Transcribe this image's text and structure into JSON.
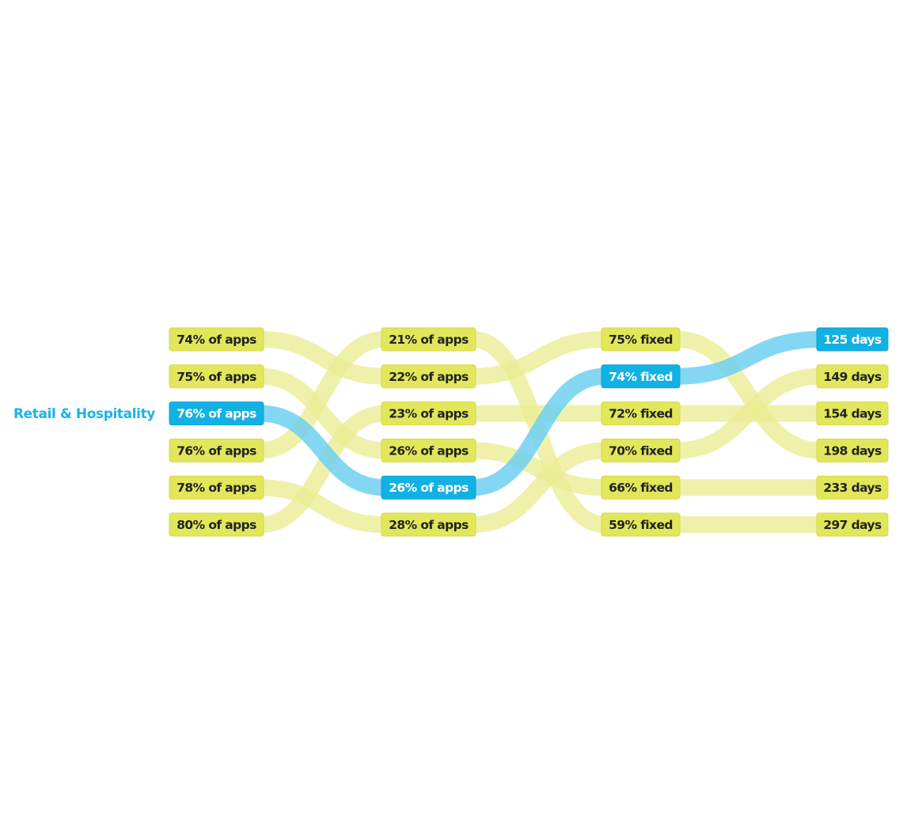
{
  "colors": {
    "box": "#e2e65a",
    "box_border": "#d6da48",
    "link": "#e9ec8f",
    "highlight": "#12b1e3",
    "highlight_link": "#6fd0f0",
    "text": "#222222",
    "highlight_text": "#ffffff",
    "row_label": "#1ab3e6"
  },
  "chart_data": {
    "type": "parallel-ranking",
    "highlight_label": "Retail & Hospitality",
    "highlight_series": 2,
    "columns": [
      {
        "labels": [
          "74% of apps",
          "75% of apps",
          "76% of apps",
          "76% of apps",
          "78% of apps",
          "80% of apps"
        ]
      },
      {
        "labels": [
          "21% of apps",
          "22% of apps",
          "23% of apps",
          "26% of apps",
          "26% of apps",
          "28% of apps"
        ]
      },
      {
        "labels": [
          "75% fixed",
          "74% fixed",
          "72% fixed",
          "70% fixed",
          "66% fixed",
          "59% fixed"
        ]
      },
      {
        "labels": [
          "125 days",
          "149 days",
          "154 days",
          "198 days",
          "233 days",
          "297 days"
        ]
      }
    ],
    "series": [
      {
        "ranks": [
          0,
          1,
          0,
          3
        ]
      },
      {
        "ranks": [
          1,
          3,
          4,
          4
        ]
      },
      {
        "ranks": [
          2,
          4,
          1,
          0
        ]
      },
      {
        "ranks": [
          3,
          0,
          5,
          5
        ]
      },
      {
        "ranks": [
          4,
          5,
          3,
          1
        ]
      },
      {
        "ranks": [
          5,
          2,
          2,
          2
        ]
      }
    ]
  }
}
